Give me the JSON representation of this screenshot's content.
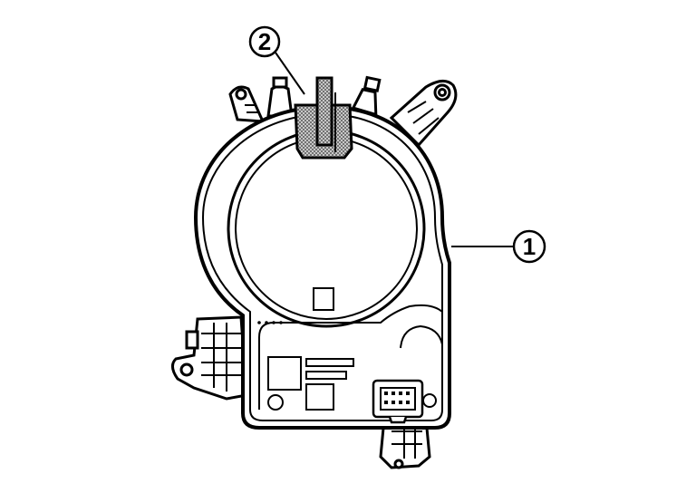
{
  "diagram": {
    "callouts": [
      {
        "id": "callout-1",
        "label": "1"
      },
      {
        "id": "callout-2",
        "label": "2"
      }
    ],
    "colors": {
      "line": "#000000",
      "background": "#ffffff",
      "highlight_part": "#b8b8b8"
    }
  }
}
